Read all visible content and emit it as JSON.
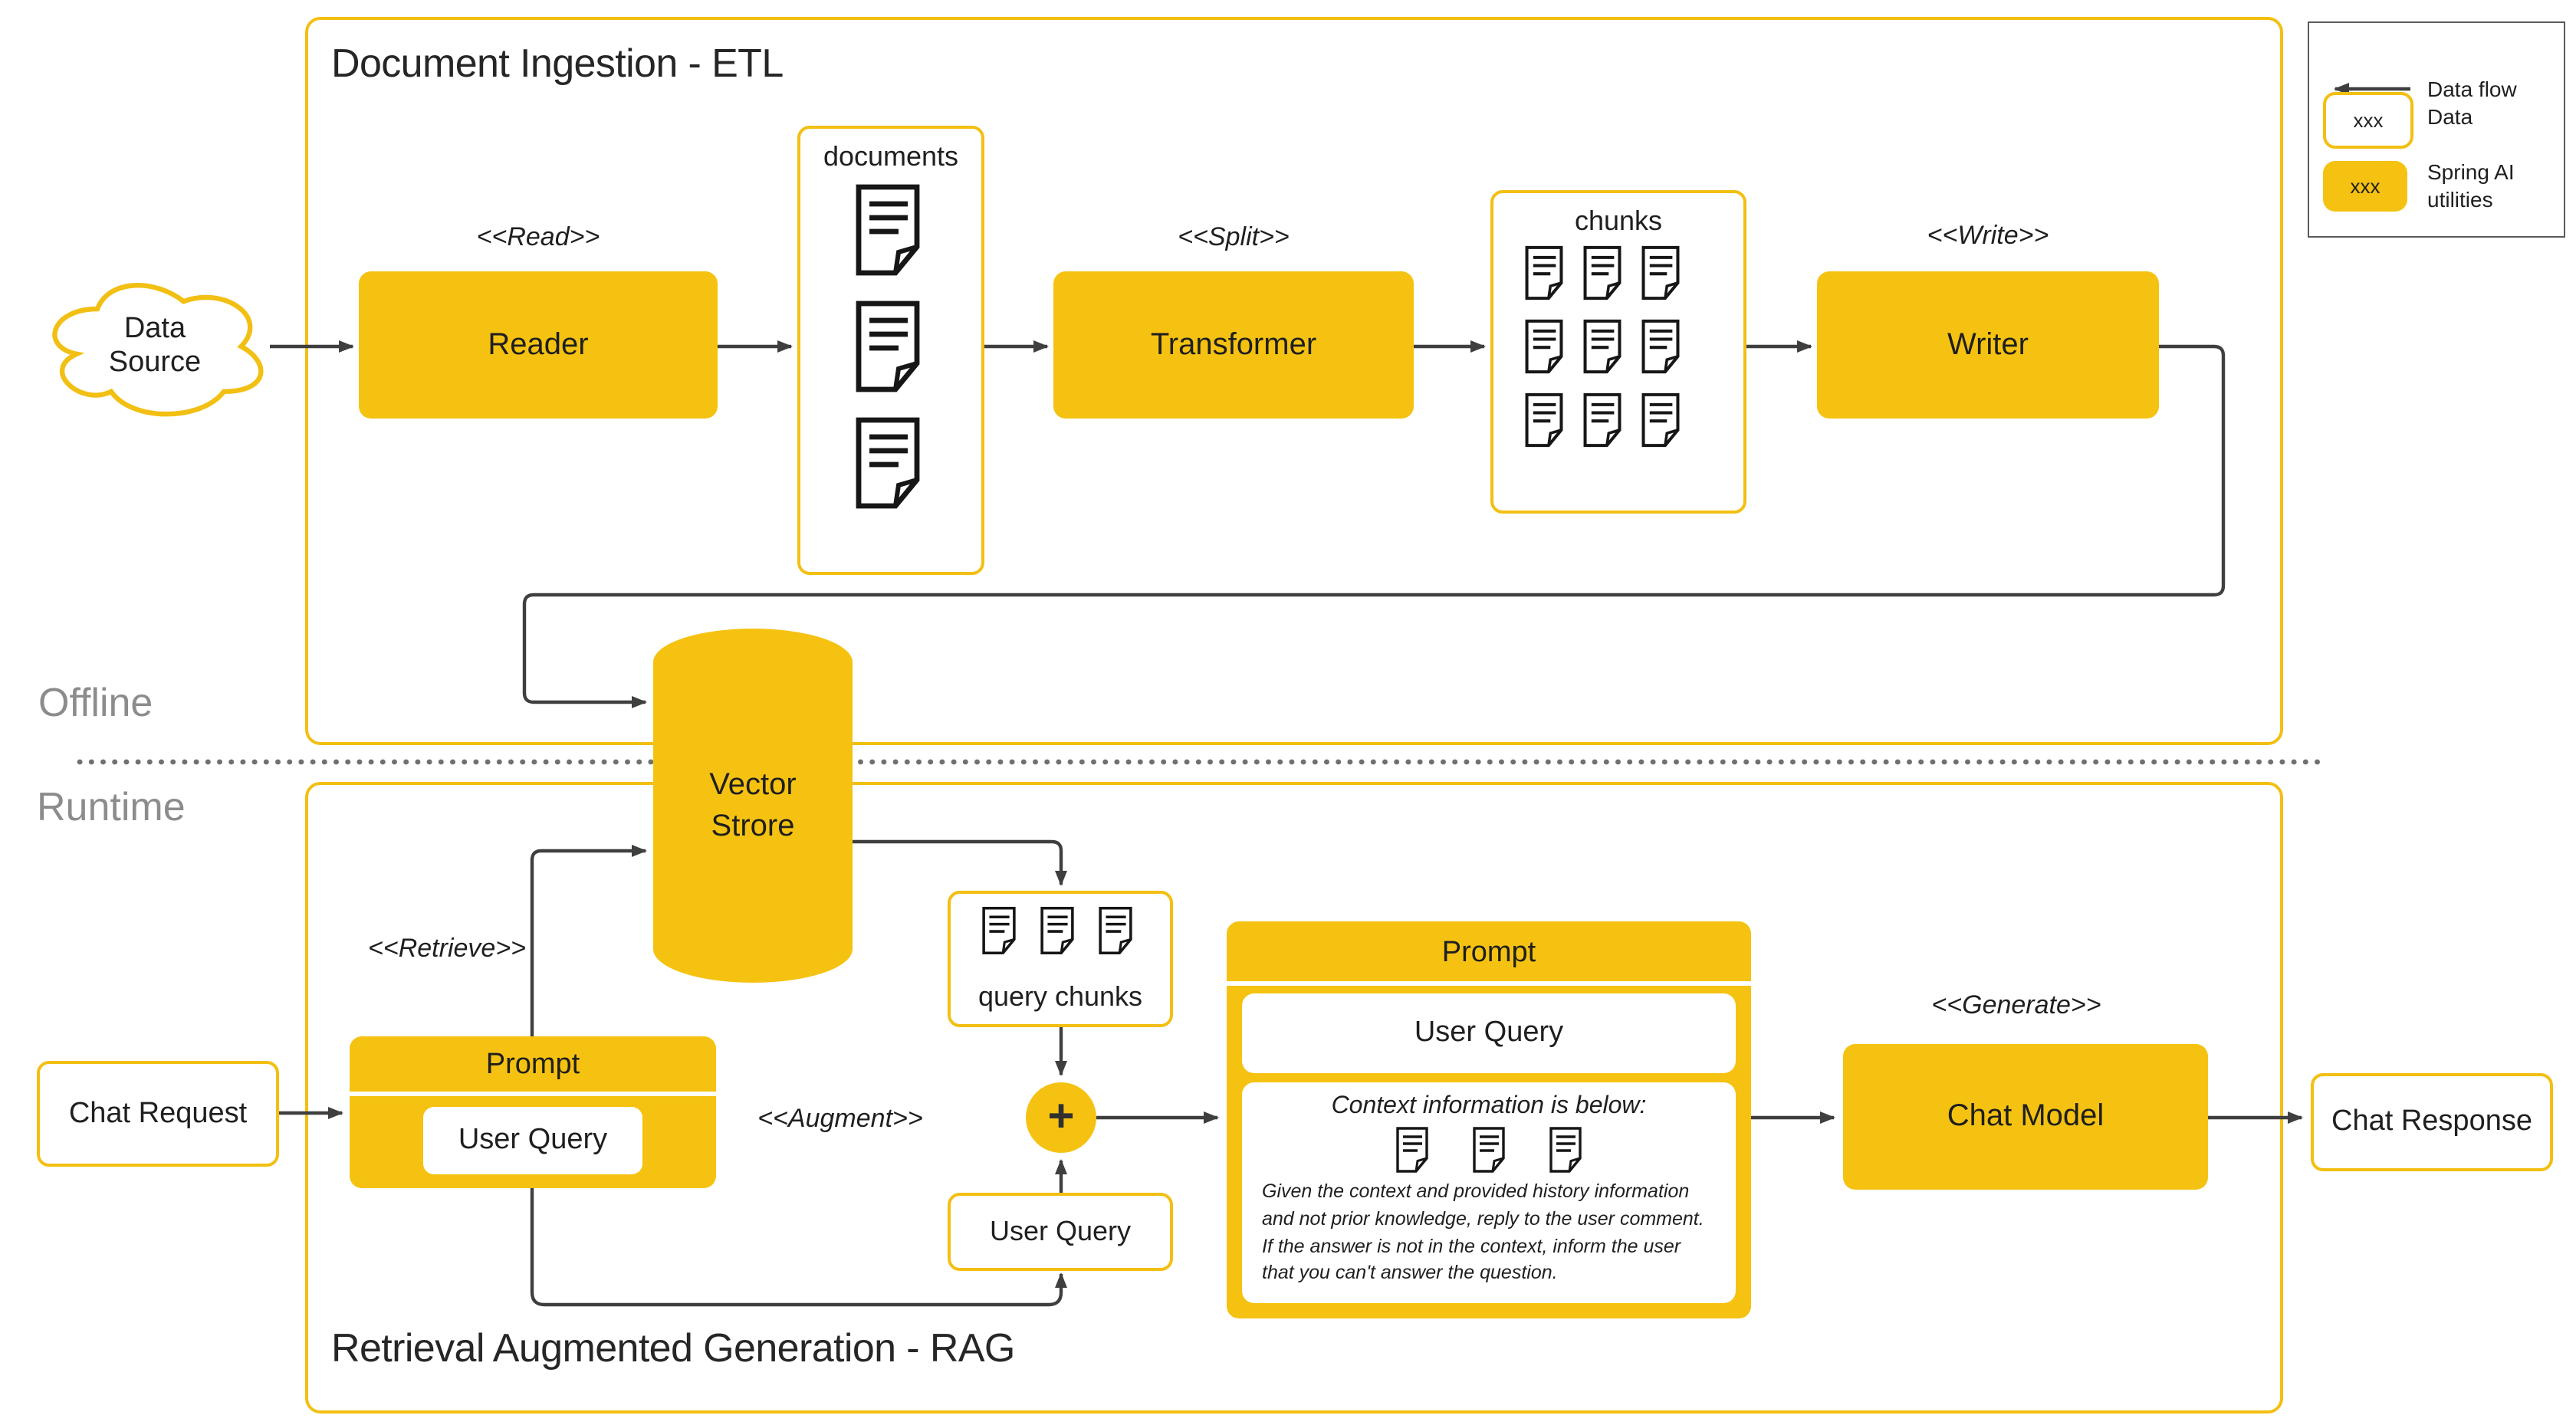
{
  "colors": {
    "spring_yellow": "#F5C211",
    "yellow_border": "#F2BF13",
    "connector": "#3F3F3F",
    "text": "#1F1F1F",
    "muted_gray": "#8C8C8C"
  },
  "legend": {
    "data_flow_label": "Data flow",
    "data_sample": "xxx",
    "data_label": "Data",
    "spring_sample": "xxx",
    "spring_label": "Spring AI utilities"
  },
  "sections": {
    "offline": "Offline",
    "runtime": "Runtime"
  },
  "etl": {
    "title": "Document Ingestion - ETL",
    "read_stereotype": "<<Read>>",
    "reader_label": "Reader",
    "documents_label": "documents",
    "split_stereotype": "<<Split>>",
    "transformer_label": "Transformer",
    "chunks_label": "chunks",
    "write_stereotype": "<<Write>>",
    "writer_label": "Writer"
  },
  "data_source": {
    "label": "Data Source"
  },
  "vector_store": {
    "label": "Vector Strore"
  },
  "rag": {
    "title": "Retrieval Augmented Generation - RAG",
    "chat_request_label": "Chat Request",
    "retrieve_stereotype": "<<Retrieve>>",
    "prompt_small_title": "Prompt",
    "prompt_small_user_query": "User Query",
    "query_chunks_label": "query chunks",
    "augment_stereotype": "<<Augment>>",
    "plus_symbol": "+",
    "user_query_label": "User Query",
    "prompt_big_title": "Prompt",
    "prompt_big_user_query": "User Query",
    "context_heading": "Context information is below:",
    "instruction": "Given the context and provided history information and not prior knowledge, reply to the user comment. If the answer is not in the context, inform the user that you can't answer the question.",
    "generate_stereotype": "<<Generate>>",
    "chat_model_label": "Chat Model",
    "chat_response_label": "Chat Response"
  }
}
